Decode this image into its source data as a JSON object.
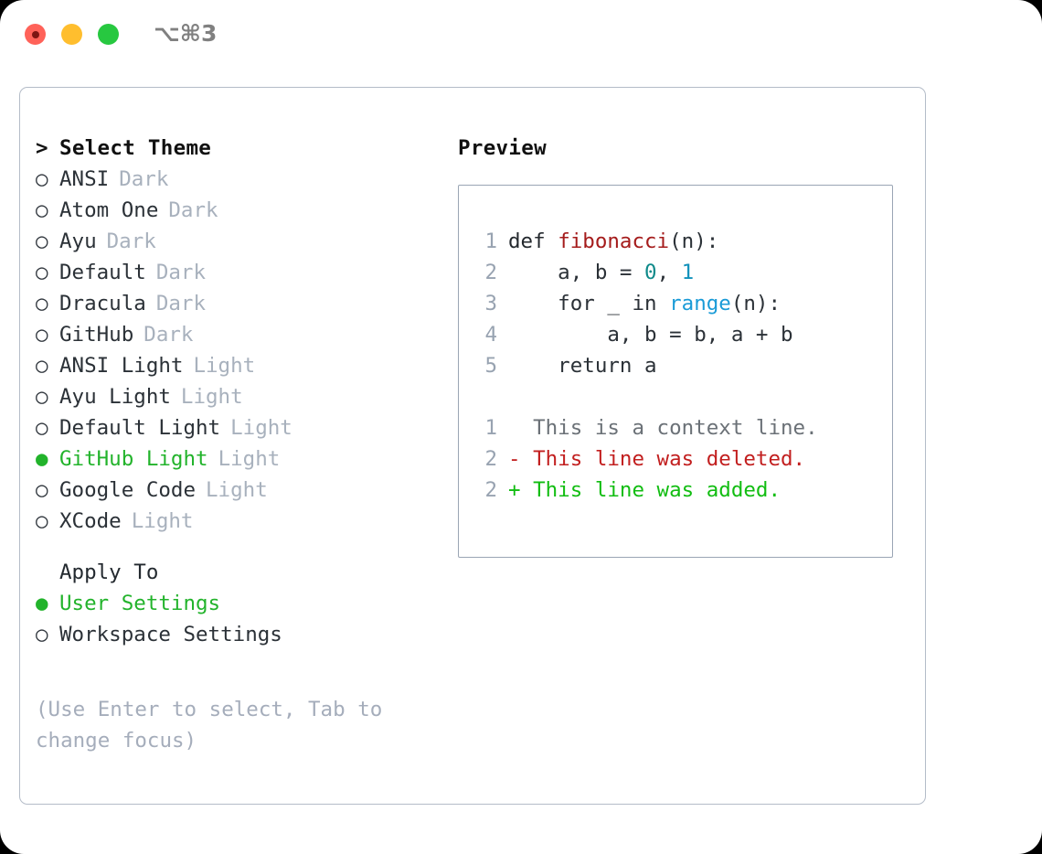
{
  "titlebar": {
    "shortcut": "⌥⌘3",
    "dots": [
      {
        "name": "close",
        "color": "#ff6259"
      },
      {
        "name": "minimize",
        "color": "#ffbe2e"
      },
      {
        "name": "maximize",
        "color": "#27c840"
      }
    ]
  },
  "theme_picker": {
    "header_prefix": ">",
    "header": "Select Theme",
    "radio_off": "○",
    "radio_on": "●",
    "items": [
      {
        "label": "ANSI",
        "tag": "Dark",
        "selected": false
      },
      {
        "label": "Atom One",
        "tag": "Dark",
        "selected": false
      },
      {
        "label": "Ayu",
        "tag": "Dark",
        "selected": false
      },
      {
        "label": "Default",
        "tag": "Dark",
        "selected": false
      },
      {
        "label": "Dracula",
        "tag": "Dark",
        "selected": false
      },
      {
        "label": "GitHub",
        "tag": "Dark",
        "selected": false
      },
      {
        "label": "ANSI Light",
        "tag": "Light",
        "selected": false
      },
      {
        "label": "Ayu Light",
        "tag": "Light",
        "selected": false
      },
      {
        "label": "Default Light",
        "tag": "Light",
        "selected": false
      },
      {
        "label": "GitHub Light",
        "tag": "Light",
        "selected": true
      },
      {
        "label": "Google Code",
        "tag": "Light",
        "selected": false
      },
      {
        "label": "XCode",
        "tag": "Light",
        "selected": false
      }
    ]
  },
  "apply_to": {
    "title": "Apply To",
    "items": [
      {
        "label": "User Settings",
        "selected": true
      },
      {
        "label": "Workspace Settings",
        "selected": false
      }
    ]
  },
  "hint": "(Use Enter to select, Tab to\nchange focus)",
  "preview": {
    "title": "Preview",
    "code_lines": [
      {
        "number": "1",
        "tokens": [
          {
            "text": "def ",
            "type": "kw"
          },
          {
            "text": "fibonacci",
            "type": "fn"
          },
          {
            "text": "(n):",
            "type": "plain"
          }
        ]
      },
      {
        "number": "2",
        "tokens": [
          {
            "text": "    a, b = ",
            "type": "plain"
          },
          {
            "text": "0",
            "type": "num0"
          },
          {
            "text": ", ",
            "type": "plain"
          },
          {
            "text": "1",
            "type": "num1"
          }
        ]
      },
      {
        "number": "3",
        "tokens": [
          {
            "text": "    for _ in ",
            "type": "plain"
          },
          {
            "text": "range",
            "type": "builtin"
          },
          {
            "text": "(n):",
            "type": "plain"
          }
        ]
      },
      {
        "number": "4",
        "tokens": [
          {
            "text": "        a, b = b, a + b",
            "type": "plain"
          }
        ]
      },
      {
        "number": "5",
        "tokens": [
          {
            "text": "    return a",
            "type": "plain"
          }
        ]
      }
    ],
    "diff_lines": [
      {
        "number": "1",
        "marker": " ",
        "text": " This is a context line.",
        "kind": "context"
      },
      {
        "number": "2",
        "marker": "-",
        "text": " This line was deleted.",
        "kind": "del"
      },
      {
        "number": "2",
        "marker": "+",
        "text": " This line was added.",
        "kind": "add"
      }
    ]
  },
  "colors": {
    "accent_green": "#22b32b",
    "muted": "#a8b1bd",
    "border": "#b4bcc8",
    "preview_border": "#9aa5b4",
    "diff_add": "#12bd12",
    "diff_del": "#c21f1f",
    "fn": "#a51c1c",
    "builtin": "#1a9bd7"
  }
}
